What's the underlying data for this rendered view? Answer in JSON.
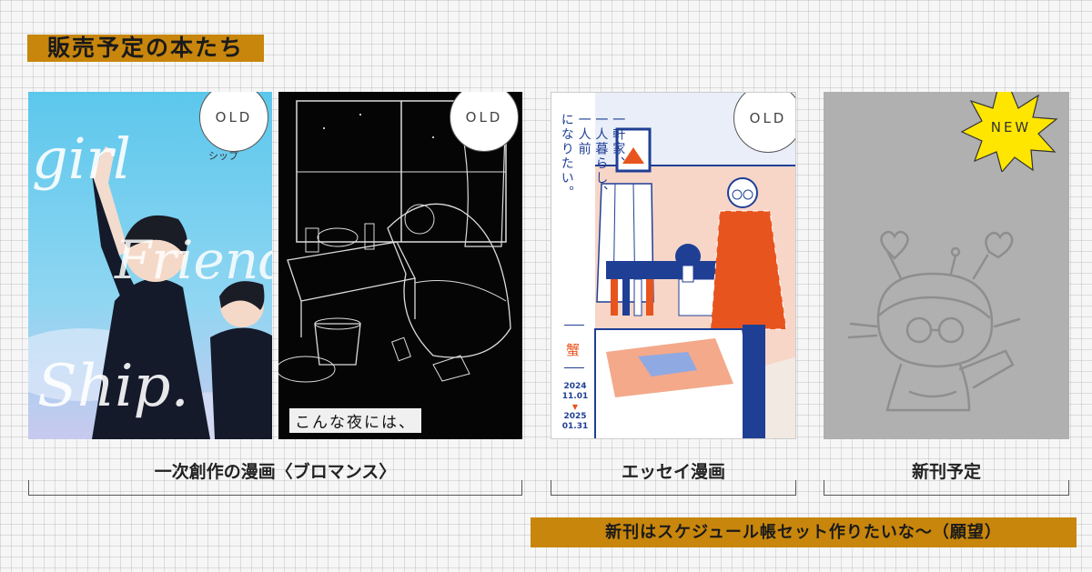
{
  "heading": "販売予定の本たち",
  "badges": {
    "old": "OLD",
    "new": "NEW"
  },
  "books": {
    "book1": {
      "cover_title": "girl Friend Ship.",
      "cover_sub": "シップ"
    },
    "book2": {
      "cover_caption": "こんな夜には、"
    },
    "book3": {
      "cover_text_lines": [
        "一軒家、",
        "一人暮らし、",
        "一人前",
        "になりたい。"
      ],
      "author": "蟹",
      "date_start_year": "2024",
      "date_start": "11.01",
      "date_end_year": "2025",
      "date_end": "01.31"
    }
  },
  "captions": {
    "group1": "一次創作の漫画〈ブロマンス〉",
    "group2": "エッセイ漫画",
    "group3": "新刊予定"
  },
  "note": "新刊はスケジュール帳セット作りたいな〜（願望）",
  "colors": {
    "accent": "#c8860c",
    "star": "#ffe600",
    "placeholder": "#b0b0b0"
  }
}
